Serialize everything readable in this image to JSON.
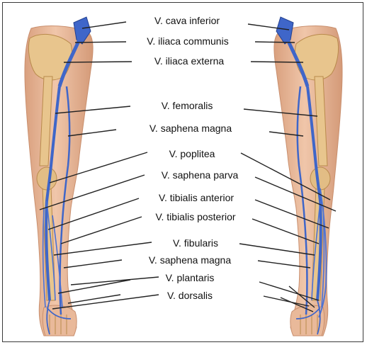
{
  "labels": [
    "V. cava inferior",
    "V. iliaca communis",
    "V. iliaca externa",
    "V. femoralis",
    "V. saphena magna",
    "V. poplitea",
    "V. saphena parva",
    "V. tibialis anterior",
    "V. tibialis posterior",
    "V. fibularis",
    "V. saphena magna",
    "V. plantaris",
    "V. dorsalis"
  ],
  "colors": {
    "skin": "#e9b99a",
    "skin_dark": "#c98f6e",
    "bone": "#e8c58d",
    "bone_dark": "#b98a4c",
    "vein": "#3f66c9",
    "vein_dark": "#23408f",
    "leader": "#222222",
    "frame": "#3a3a3a"
  }
}
